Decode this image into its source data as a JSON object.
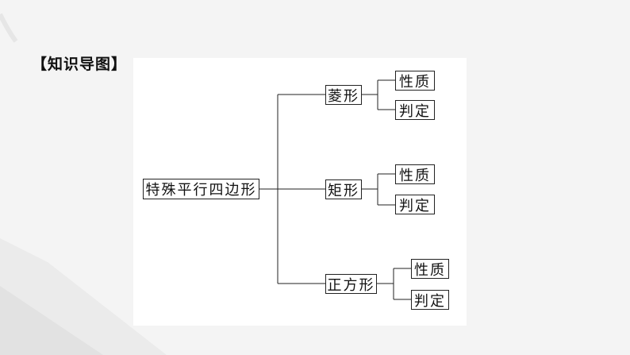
{
  "heading": "【知识导图】",
  "root": "特殊平行四边形",
  "branches": [
    {
      "label": "菱形",
      "children": [
        "性质",
        "判定"
      ]
    },
    {
      "label": "矩形",
      "children": [
        "性质",
        "判定"
      ]
    },
    {
      "label": "正方形",
      "children": [
        "性质",
        "判定"
      ]
    }
  ],
  "colors": {
    "line": "#222222",
    "panel": "#ffffff",
    "background": "#f4f4f4"
  }
}
